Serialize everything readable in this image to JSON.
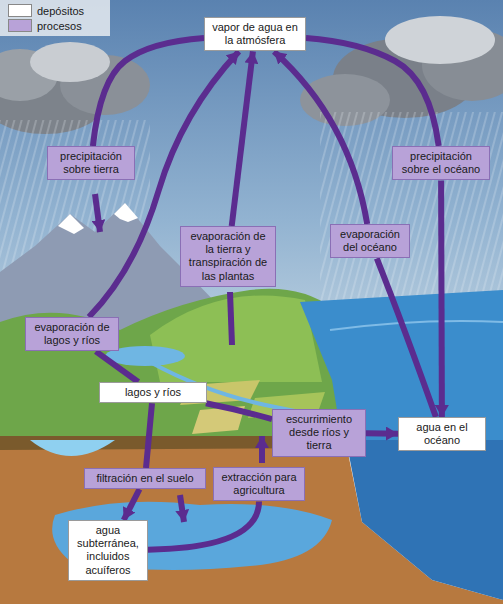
{
  "diagram": {
    "nodes": [
      {
        "text": [
          "vapor de agua en la atmósfera"
        ]
      },
      {
        "text": [
          "precipitación sobre tierra"
        ]
      },
      {
        "text": [
          "precipitación sobre el océano"
        ]
      },
      {
        "text": [
          "evaporación de la tierra y transpiración de las plantas"
        ]
      },
      {
        "text": [
          "evaporación del océano"
        ]
      },
      {
        "text": [
          "evaporación de lagos y ríos"
        ]
      },
      {
        "text": [
          "lagos y ríos"
        ]
      },
      {
        "text": [
          "escurrimiento desde ríos y tierra"
        ]
      },
      {
        "text": [
          "agua en el océano"
        ]
      },
      {
        "text": [
          "filtración en el suelo"
        ]
      },
      {
        "text": [
          "extracción para agricultura"
        ]
      },
      {
        "text": [
          "agua subterránea, incluidos acuíferos"
        ]
      }
    ],
    "edges": [
      {
        "from": 0,
        "to": 1,
        "arrow": "none"
      },
      {
        "from": 0,
        "to": 2,
        "arrow": "none"
      },
      {
        "from": 2,
        "to": 8,
        "arrow": "to"
      },
      {
        "from": 3,
        "to": 0,
        "arrow": "to"
      },
      {
        "from": 8,
        "to": 4,
        "arrow": "none"
      },
      {
        "from": 4,
        "to": 0,
        "arrow": "to"
      },
      {
        "from": 6,
        "to": 5,
        "arrow": "none"
      },
      {
        "from": 5,
        "to": 0,
        "arrow": "to"
      },
      {
        "from": 6,
        "to": 7,
        "arrow": "none"
      },
      {
        "from": 7,
        "to": 8,
        "arrow": "to"
      },
      {
        "from": 6,
        "to": 9,
        "arrow": "none"
      },
      {
        "from": 9,
        "to": 11,
        "arrow": "to"
      },
      {
        "from": 11,
        "to": 10,
        "arrow": "none"
      }
    ],
    "legend": [
      {
        "text": "depósitos",
        "color": "#ffffff"
      },
      {
        "text": "procesos",
        "color": "#b8a2d8"
      }
    ]
  }
}
